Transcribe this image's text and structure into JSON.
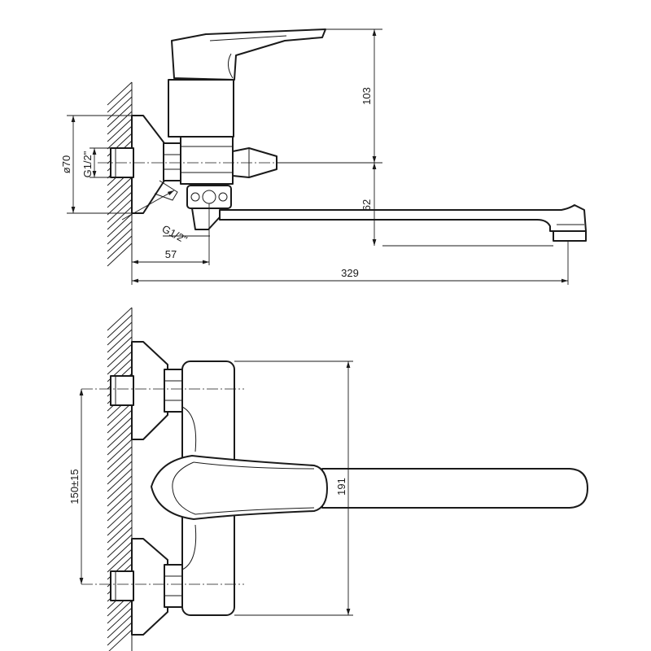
{
  "dimensions": {
    "height_top": "103",
    "height_spout": "62",
    "flange_diameter": "ø70",
    "thread_upper": "G1/2\"",
    "thread_lower": "G1/2\"",
    "projection_short": "57",
    "total_length": "329",
    "center_distance": "150±15",
    "body_height": "191"
  }
}
